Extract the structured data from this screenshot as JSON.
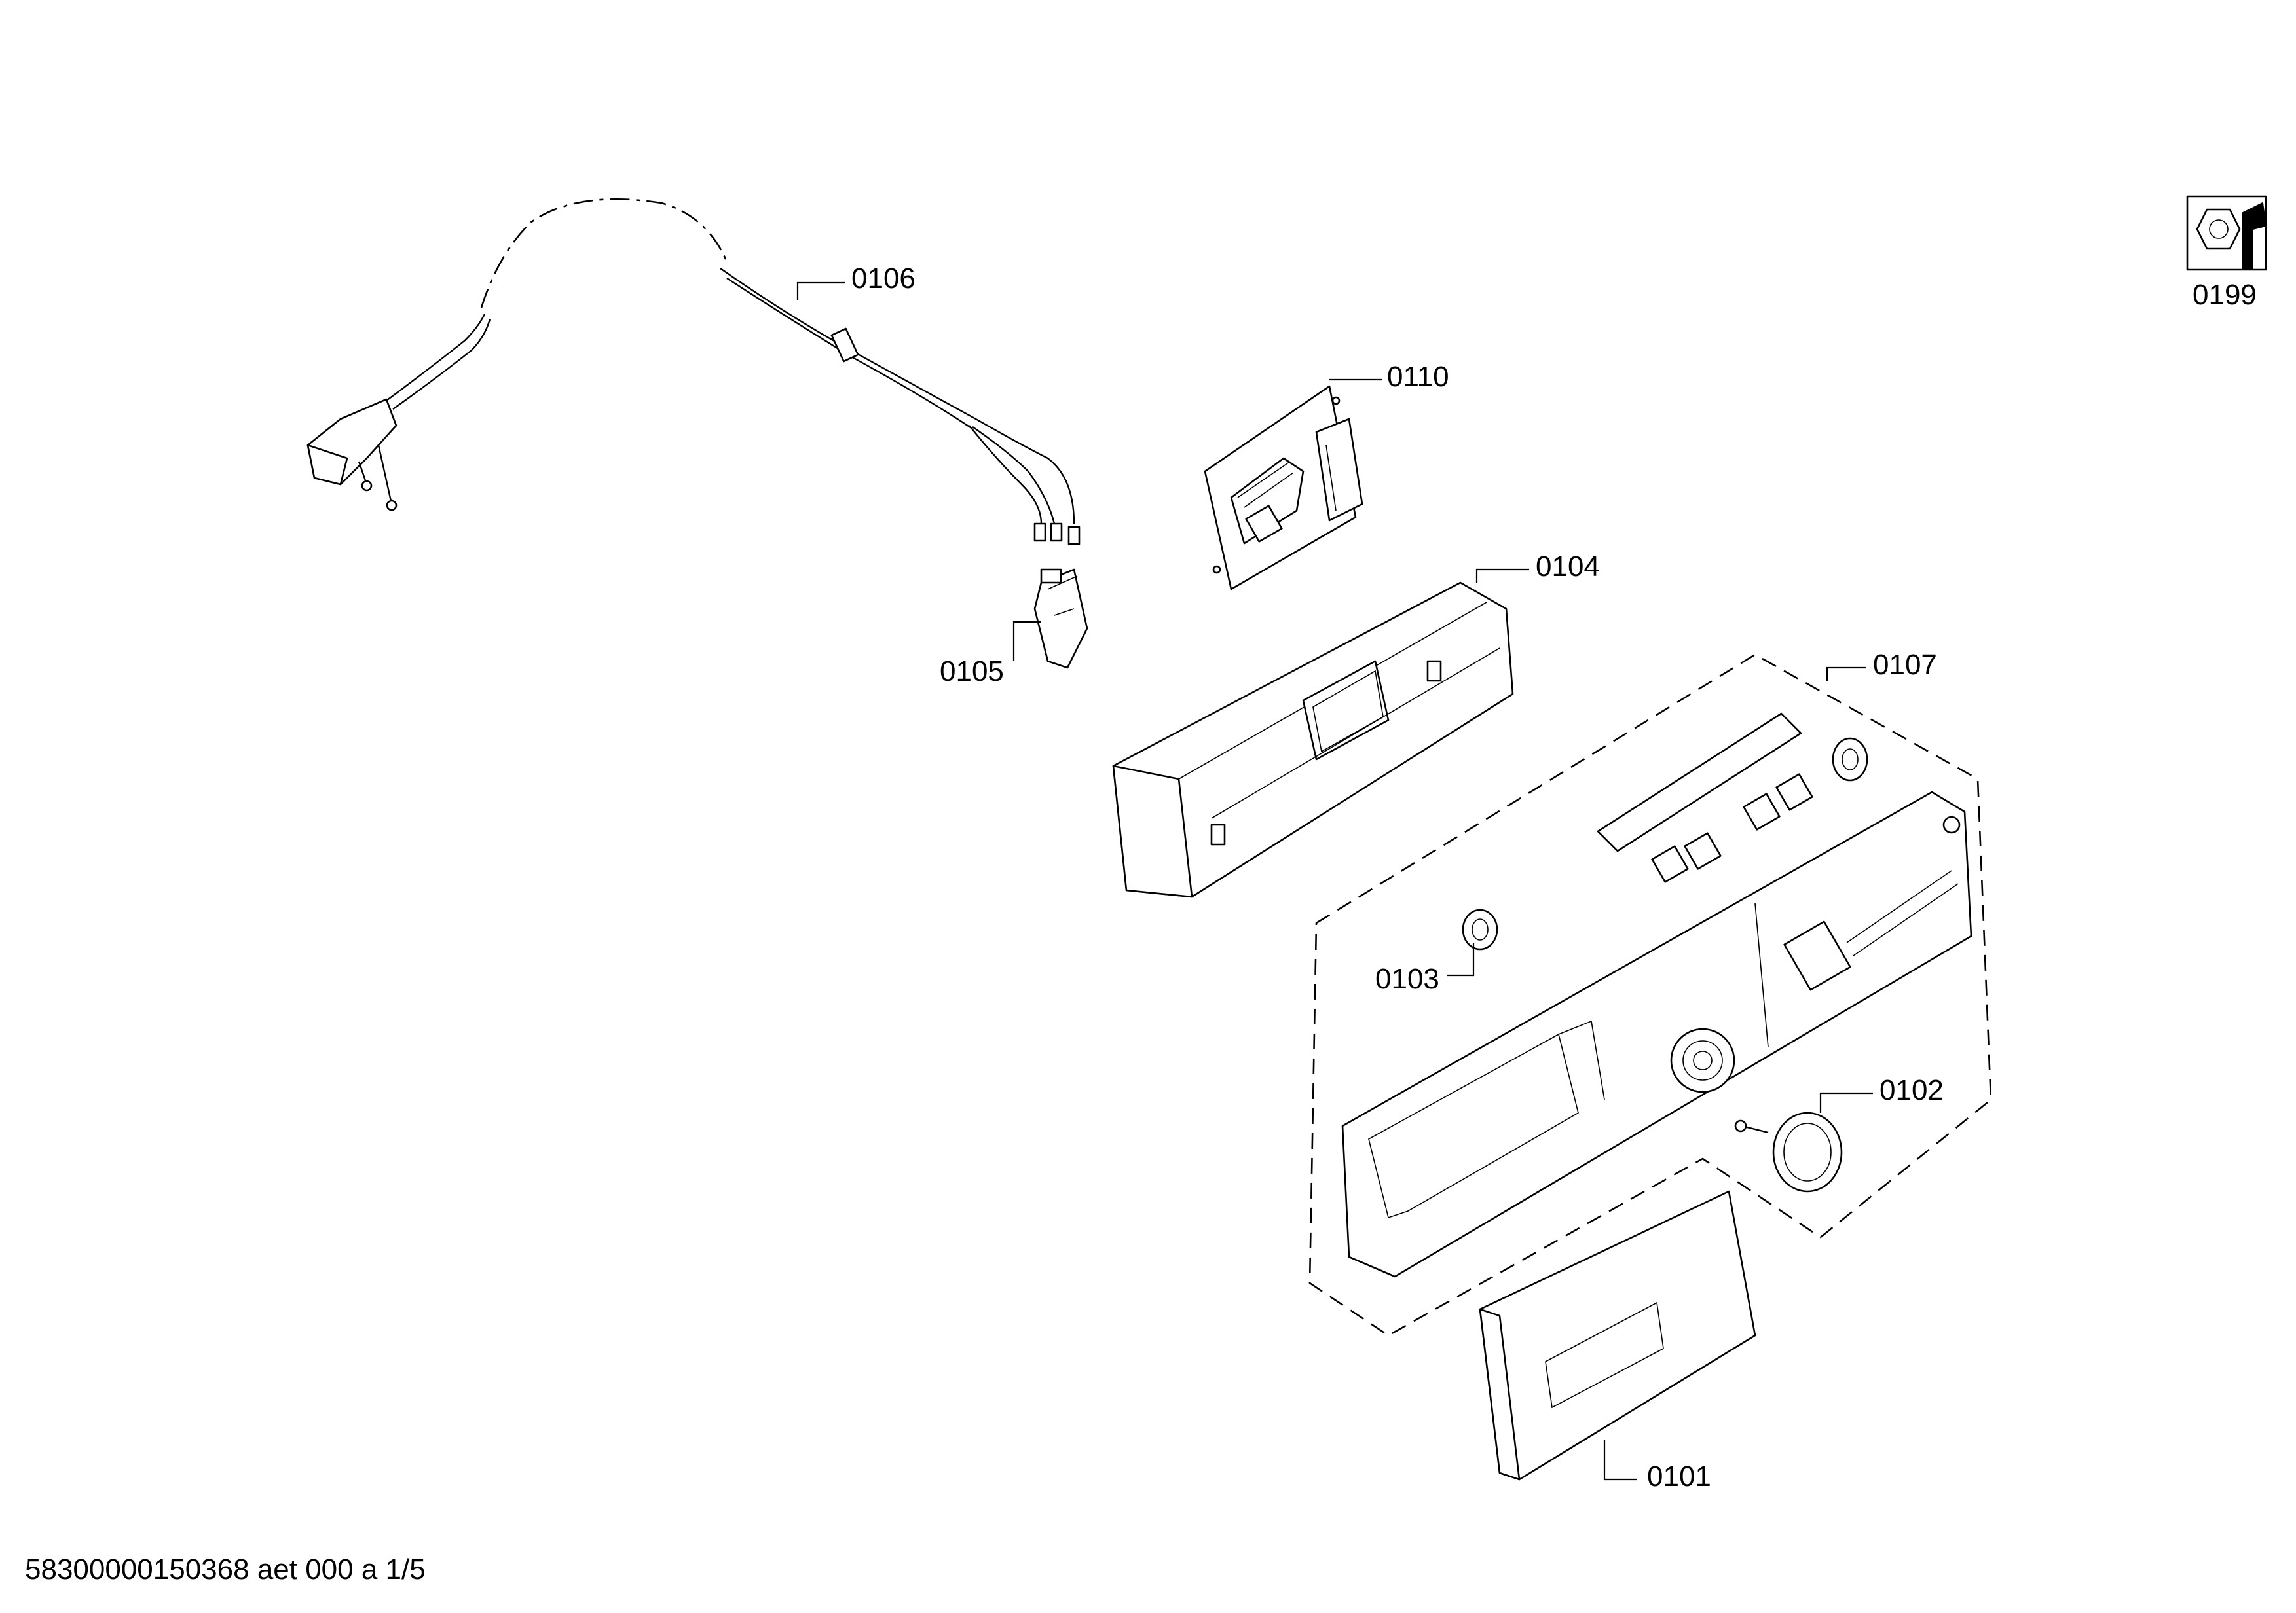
{
  "parts": {
    "p0101": "0101",
    "p0102": "0102",
    "p0103": "0103",
    "p0104": "0104",
    "p0105": "0105",
    "p0106": "0106",
    "p0107": "0107",
    "p0110": "0110",
    "p0199": "0199"
  },
  "footer": {
    "doc_id": "58300000150368 aet 000 a 1/5"
  },
  "icons": {
    "tool": "nut-and-wrench-icon"
  }
}
